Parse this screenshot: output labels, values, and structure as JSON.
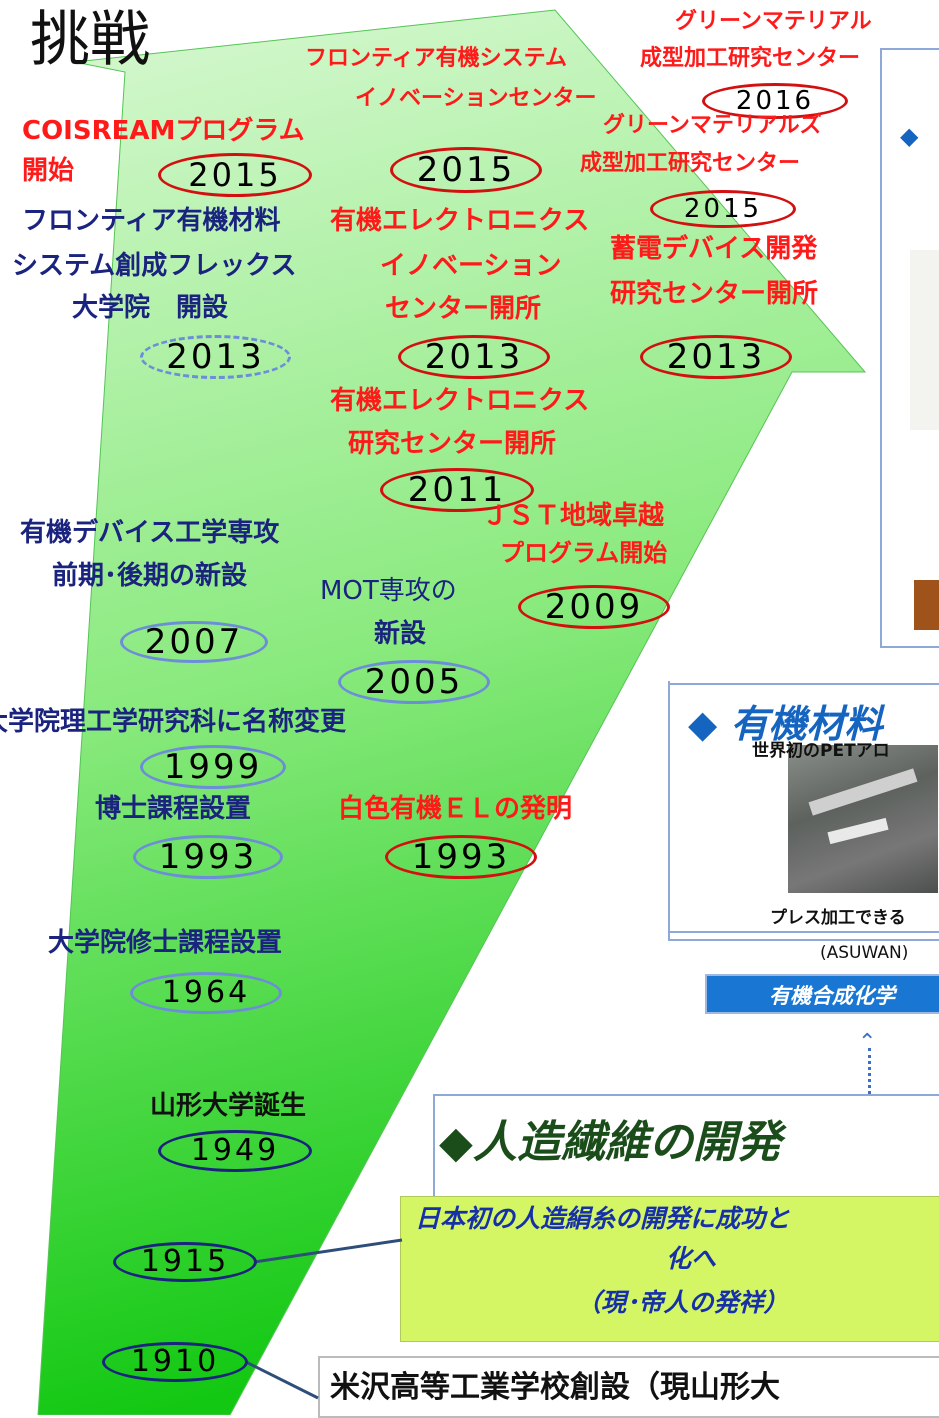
{
  "title": "挑戦",
  "events": {
    "green_1": "グリーンマテリアル",
    "green_2": "成型加工研究センター",
    "y2016": "2016",
    "frontier_1": "フロンティア有機システム",
    "frontier_2": "イノベーションセンター",
    "coisream_1": "COISREAMプログラム",
    "coisream_2": "開始",
    "y2015a": "2015",
    "y2015b": "2015",
    "greens_1": "グリーンマテリアルズ",
    "greens_2": "成型加工研究センター",
    "y2015c": "2015",
    "flex_1": "フロンティア有機材料",
    "flex_2": "システム創成フレックス",
    "flex_3": "大学院　開設",
    "oe_innov_1": "有機エレクトロニクス",
    "oe_innov_2": "イノベーション",
    "oe_innov_3": "センター開所",
    "battery_1": "蓄電デバイス開発",
    "battery_2": "研究センター開所",
    "y2013a": "2013",
    "y2013b": "2013",
    "y2013c": "2013",
    "oe_research_1": "有機エレクトロニクス",
    "oe_research_2": "研究センター開所",
    "y2011": "2011",
    "jst_1": "ＪＳＴ地域卓越",
    "jst_2": "プログラム開始",
    "y2009": "2009",
    "device_1": "有機デバイス工学専攻",
    "device_2": "前期･後期の新設",
    "y2007": "2007",
    "mot_1": "MOT専攻の",
    "mot_2": "新設",
    "y2005": "2005",
    "rename": "大学院理工学研究科に名称変更",
    "y1999": "1999",
    "doctor": "博士課程設置",
    "y1993a": "1993",
    "whiteel": "白色有機ＥＬの発明",
    "y1993b": "1993",
    "master": "大学院修士課程設置",
    "y1964": "1964",
    "birth": "山形大学誕生",
    "y1949": "1949",
    "y1915": "1915",
    "y1910": "1910"
  },
  "panels": {
    "organic_heading": "有機材料",
    "organic_caption_1": "プレス加工できる",
    "organic_caption_2": "世界初のPETアロ",
    "organic_caption_3": "(ASUWAN)",
    "organic_banner": "有機合成化学",
    "fiber_heading": "人造繊維の開発",
    "fiber_box_1": "日本初の人造絹糸の開発に成功と",
    "fiber_box_2": "化へ",
    "fiber_box_3": "（現･帝人の発祥）",
    "founding": "米沢高等工業学校創設（現山形大"
  },
  "colors": {
    "arrow_top": "#c6f5bf",
    "arrow_bottom": "#1fcf1f",
    "red_text": "#ff1a1a",
    "navy_text": "#1a237e",
    "banner": "#1976d2",
    "lime_box": "#d4f564",
    "brown_block": "#a0521b"
  }
}
